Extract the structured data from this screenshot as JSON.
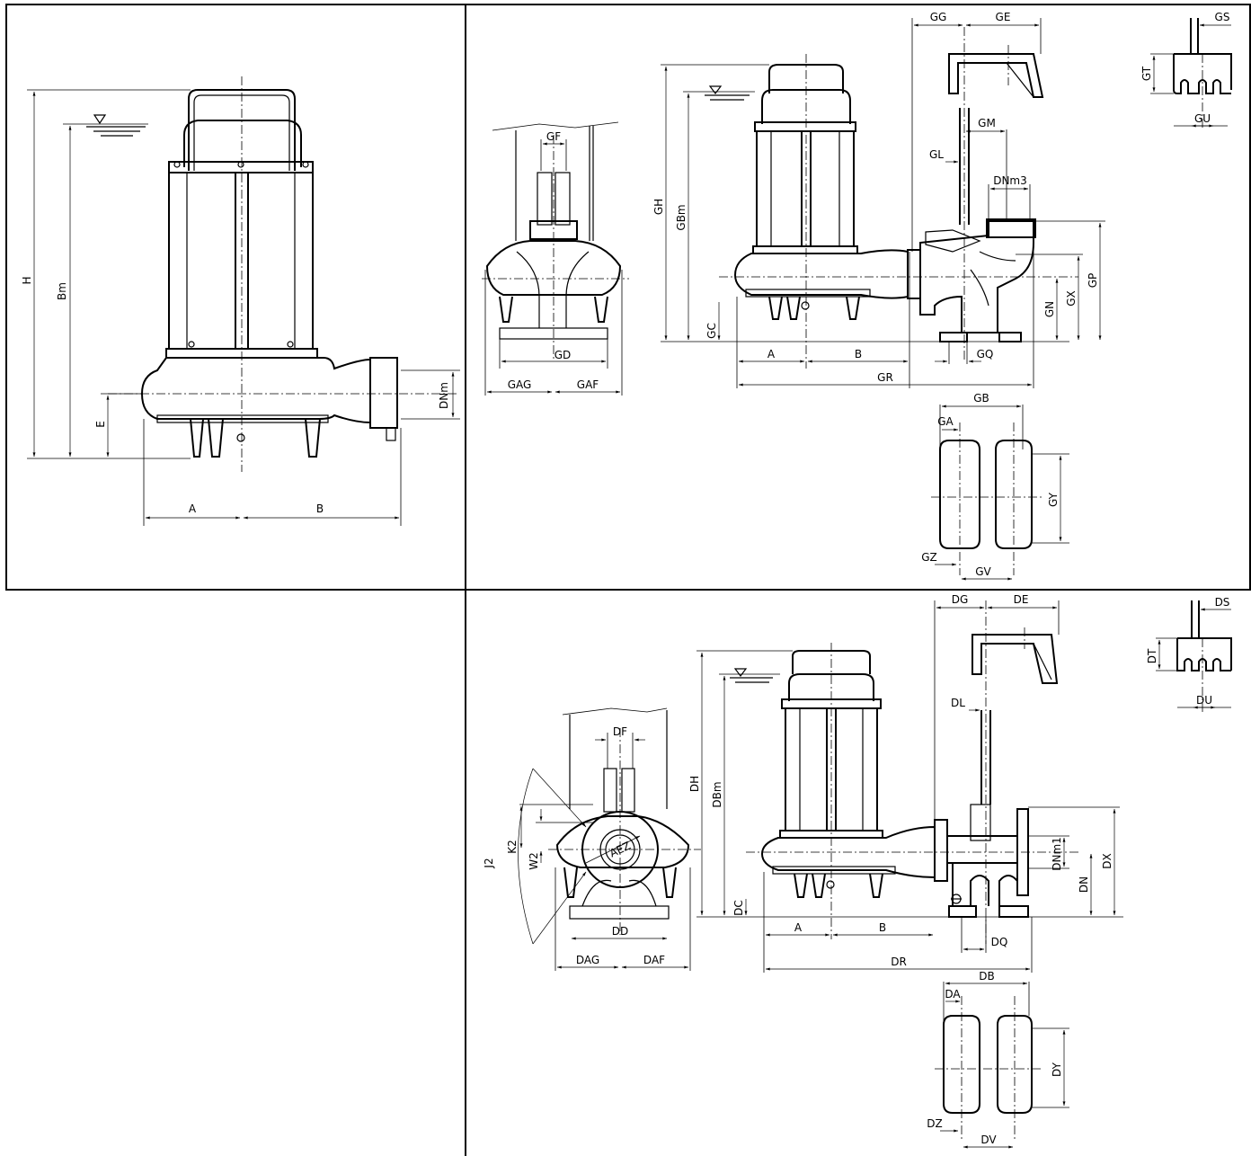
{
  "labels": {
    "H": "H",
    "Bm": "Bm",
    "E": "E",
    "A": "A",
    "B": "B",
    "DNm": "DNm",
    "GH": "GH",
    "GBm": "GBm",
    "GC": "GC",
    "GF": "GF",
    "GD": "GD",
    "GAG": "GAG",
    "GAF": "GAF",
    "GG": "GG",
    "GE": "GE",
    "GL": "GL",
    "GM": "GM",
    "DNm3": "DNm3",
    "GN": "GN",
    "GX": "GX",
    "GP": "GP",
    "GQ": "GQ",
    "GR": "GR",
    "GS": "GS",
    "GT": "GT",
    "GU": "GU",
    "GB": "GB",
    "GA": "GA",
    "GY": "GY",
    "GZ": "GZ",
    "GV": "GV",
    "DH": "DH",
    "DBm": "DBm",
    "DC": "DC",
    "DF": "DF",
    "DD": "DD",
    "DAG": "DAG",
    "DAF": "DAF",
    "J2": "J2",
    "K2": "K2",
    "W2": "W2",
    "DG": "DG",
    "DE": "DE",
    "DL": "DL",
    "DNm1": "DNm1",
    "DN": "DN",
    "DX": "DX",
    "DQ": "DQ",
    "DR": "DR",
    "DS": "DS",
    "DT": "DT",
    "DU": "DU",
    "DB": "DB",
    "DA": "DA",
    "DY": "DY",
    "DZ": "DZ",
    "DV": "DV",
    "AEZ": "AEZ"
  }
}
